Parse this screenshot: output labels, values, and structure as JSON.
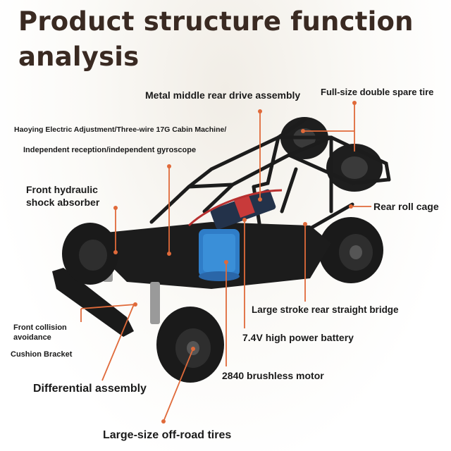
{
  "title_line1": "Product structure function",
  "title_line2": "analysis",
  "labels": {
    "metal_rear_drive": "Metal middle rear drive assembly",
    "spare_tire": "Full-size double spare tire",
    "electric_adjust": "Haoying Electric Adjustment/Three-wire 17G Cabin Machine/",
    "independent": "Independent reception/independent gyroscope",
    "front_shock_1": "Front hydraulic",
    "front_shock_2": "shock absorber",
    "rear_roll_cage": "Rear roll cage",
    "rear_bridge": "Large stroke rear straight bridge",
    "battery": "7.4V high power battery",
    "collision_1": "Front collision",
    "collision_2": "avoidance",
    "cushion": "Cushion Bracket",
    "motor": "2840 brushless motor",
    "differential": "Differential assembly",
    "tires": "Large-size off-road tires"
  },
  "colors": {
    "accent": "#e06a3a",
    "title": "#3a2a22",
    "chassis": "#1c1c1c",
    "motor": "#2f7dc8",
    "battery": "#c83a3a"
  }
}
